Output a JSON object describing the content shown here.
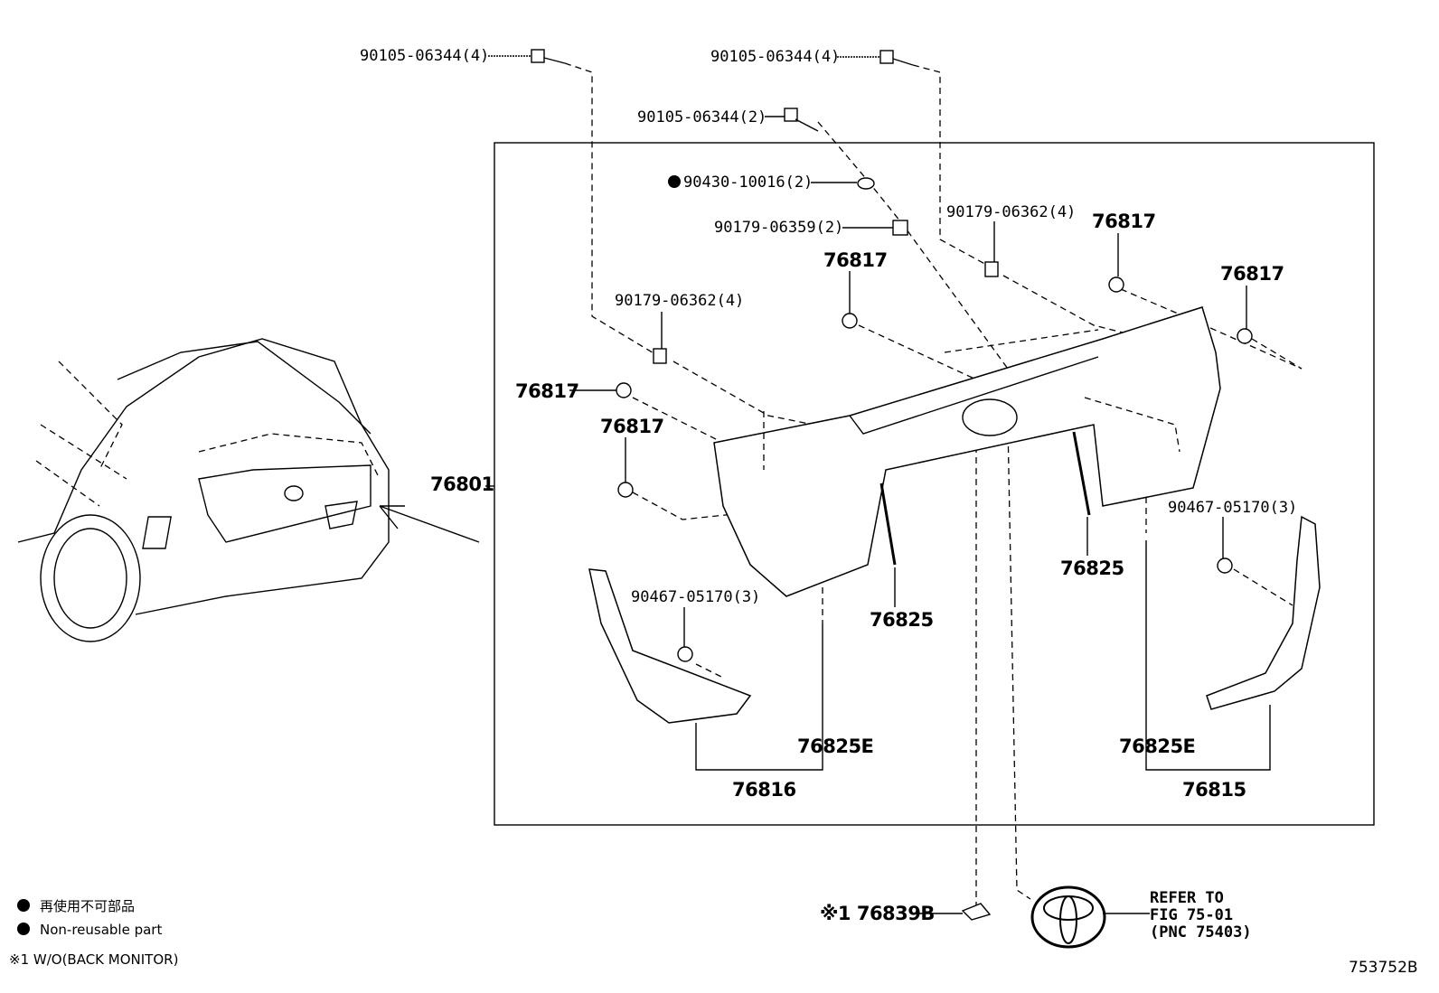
{
  "diagram": {
    "callouts": {
      "bolt_top_left": "90105-06344(4)",
      "bolt_top_right": "90105-06344(4)",
      "bolt_center": "90105-06344(2)",
      "washer": "90430-10016(2)",
      "nut": "90179-06359(2)",
      "nut_clip_right": "90179-06362(4)",
      "nut_clip_left": "90179-06362(4)",
      "clip_a": "76817",
      "clip_b": "76817",
      "clip_c": "76817",
      "clip_d": "76817",
      "clip_e": "76817",
      "garnish_assembly": "76801",
      "seal_left": "76825",
      "seal_right": "76825",
      "screw_left": "90467-05170(3)",
      "screw_right": "90467-05170(3)",
      "seal_e_left": "76825E",
      "seal_e_right": "76825E",
      "garnish_left": "76816",
      "garnish_right": "76815",
      "camera_cover": "※1 76839B",
      "emblem_ref_line1": "REFER TO",
      "emblem_ref_line2": "FIG 75-01",
      "emblem_ref_line3": "(PNC 75403)"
    },
    "legend": {
      "non_reusable_jp": "再使用不可部品",
      "non_reusable_en": "Non-reusable part",
      "note_1": "※1 W/O(BACK MONITOR)"
    },
    "figure_id": "753752B"
  }
}
